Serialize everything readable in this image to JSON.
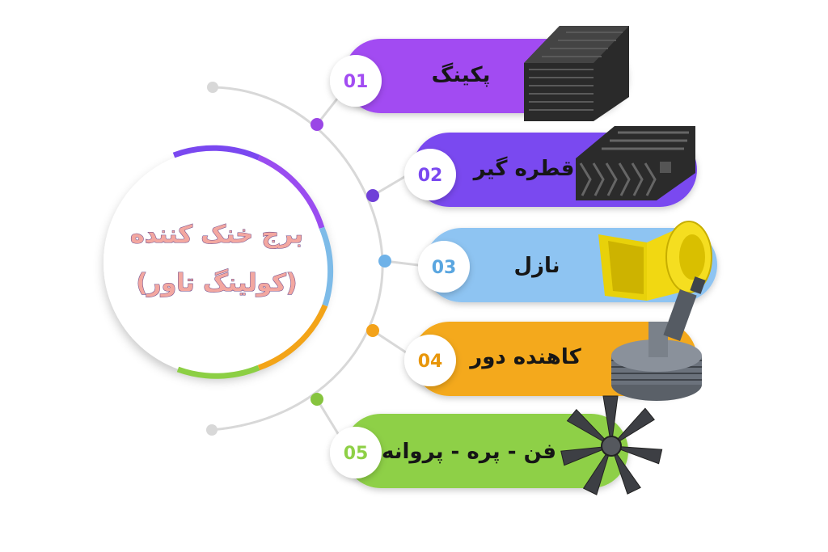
{
  "center": {
    "line1": "برج خنک کننده",
    "line2": "(کولینگ تاور)"
  },
  "items": [
    {
      "number": "01",
      "label": "پکینگ",
      "color": "#a24cf2",
      "icon": "packing-icon"
    },
    {
      "number": "02",
      "label": "قطره گیر",
      "color": "#7a48f0",
      "icon": "drift-eliminator-icon"
    },
    {
      "number": "03",
      "label": "نازل",
      "color": "#8ec4f2",
      "icon": "nozzle-icon"
    },
    {
      "number": "04",
      "label": "کاهنده دور",
      "color": "#f4a91a",
      "icon": "gear-reducer-icon"
    },
    {
      "number": "05",
      "label": "فن - پره - پروانه",
      "color": "#8ed046",
      "icon": "fan-icon"
    }
  ]
}
